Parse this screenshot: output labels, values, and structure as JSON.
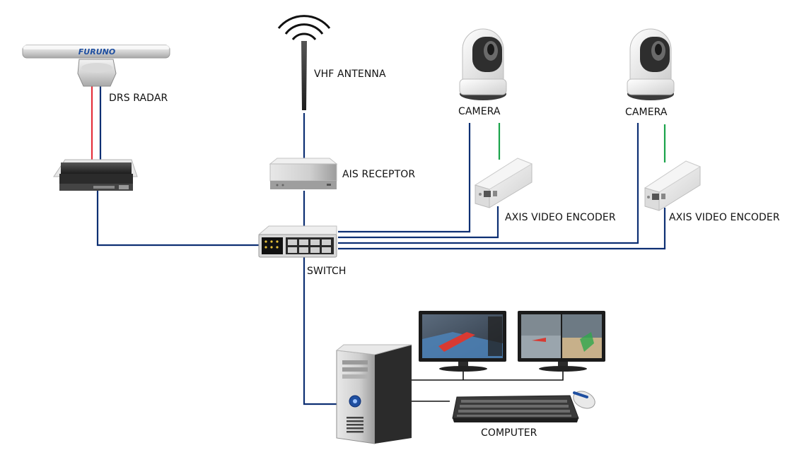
{
  "labels": {
    "drs_radar": "DRS RADAR",
    "radar_brand": "FURUNO",
    "vhf_antenna": "VHF ANTENNA",
    "ais_receptor": "AIS RECEPTOR",
    "camera_1": "CAMERA",
    "camera_2": "CAMERA",
    "encoder_1": "AXIS VIDEO ENCODER",
    "encoder_2": "AXIS VIDEO ENCODER",
    "switch": "SWITCH",
    "computer": "COMPUTER"
  },
  "colors": {
    "network_cable": "#0d2f73",
    "power_cable": "#e5303c",
    "video_cable": "#1aa34a",
    "text": "#111111"
  }
}
